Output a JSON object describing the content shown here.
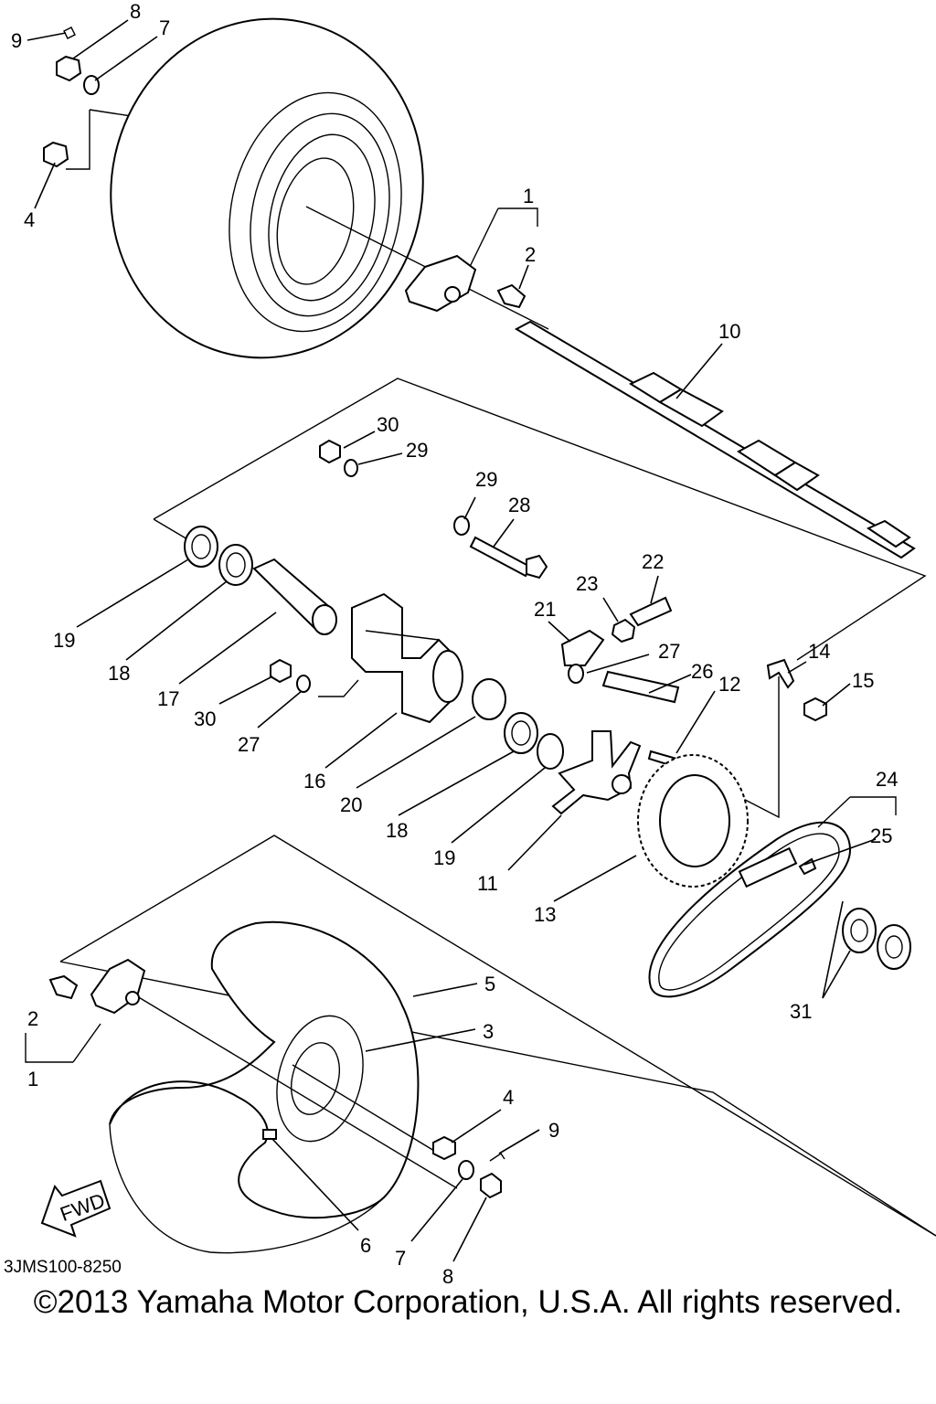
{
  "diagram": {
    "labels": [
      "1",
      "2",
      "3",
      "4",
      "5",
      "6",
      "7",
      "8",
      "9",
      "10",
      "11",
      "12",
      "13",
      "14",
      "15",
      "16",
      "17",
      "18",
      "19",
      "20",
      "21",
      "22",
      "23",
      "24",
      "25",
      "26",
      "27",
      "28",
      "29",
      "30",
      "31"
    ],
    "arrow_label": "FWD",
    "drawing_code": "3JMS100-8250",
    "copyright": "©2013 Yamaha Motor Corporation, U.S.A. All rights reserved."
  }
}
